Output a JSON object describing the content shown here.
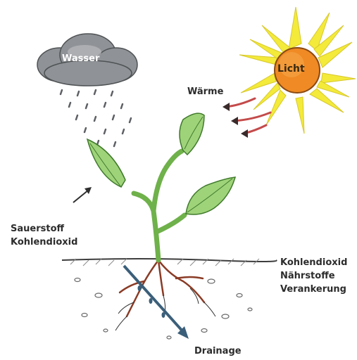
{
  "labels": {
    "cloud": "Wasser",
    "sun": "Licht",
    "heat": "Wärme",
    "left_top": "Sauerstoff",
    "left_bottom": "Kohlendioxid",
    "right_1": "Kohlendioxid",
    "right_2": "Nährstoffe",
    "right_3": "Verankerung",
    "bottom": "Drainage"
  },
  "colors": {
    "sun_core": "#f08a24",
    "sun_rays": "#f3ea3a",
    "cloud": "#8f9296",
    "leaf": "#9fd37a",
    "stem": "#6fb14a",
    "root": "#8a3b25",
    "heat_arrows": "#c44a4a",
    "soil": "#555555"
  }
}
